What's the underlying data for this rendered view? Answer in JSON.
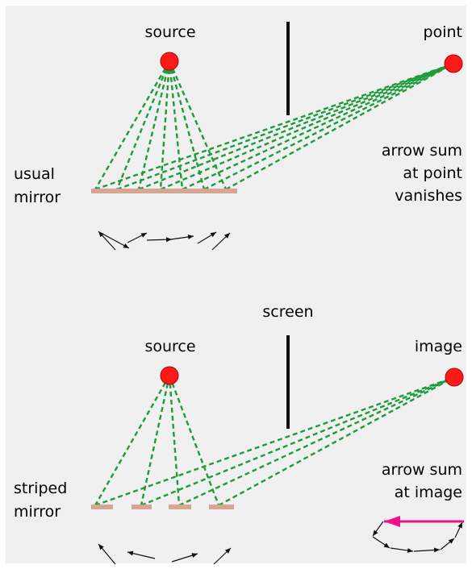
{
  "colors": {
    "background": "#f0f0f0",
    "ray": "#1e9b3b",
    "source_dot": "#ff1a1a",
    "mirror": "#d8a595",
    "screen": "#111111",
    "arrow": "#111111",
    "resultant_arrow": "#ee0f8a"
  },
  "top": {
    "source_label": "source",
    "point_label": "point",
    "mirror_label": [
      "usual",
      "mirror"
    ],
    "note": [
      "arrow sum",
      "at point",
      "vanishes"
    ]
  },
  "bottom": {
    "screen_label": "screen",
    "source_label": "source",
    "image_label": "image",
    "mirror_label": [
      "striped",
      "mirror"
    ],
    "note": [
      "arrow sum",
      "at image"
    ]
  }
}
